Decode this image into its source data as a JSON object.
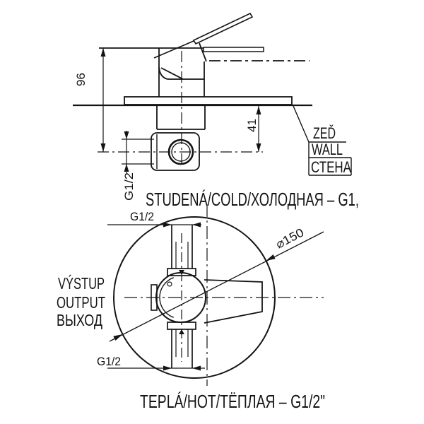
{
  "drawing": {
    "background": "#ffffff",
    "line_color": "#141414",
    "top_view": {
      "dim_height": "96",
      "dim_depth": "41",
      "dim_thread_side": "G1/2",
      "wall_label_cz": "ZEĎ",
      "wall_label_en": "WALL",
      "wall_label_ru": "СТЕНА"
    },
    "cold_label": "STUDENÁ/COLD/ХОЛОДНАЯ – G1,",
    "hot_label": "TEPLÁ/HOT/ТЁПЛАЯ – G1/2\"",
    "front_view": {
      "dim_thread_top": "G1/2",
      "dim_thread_bottom": "G1/2",
      "dim_diameter": "⌀150",
      "outlet_cz": "VÝSTUP",
      "outlet_en": "OUTPUT",
      "outlet_ru": "ВЫХОД"
    }
  }
}
